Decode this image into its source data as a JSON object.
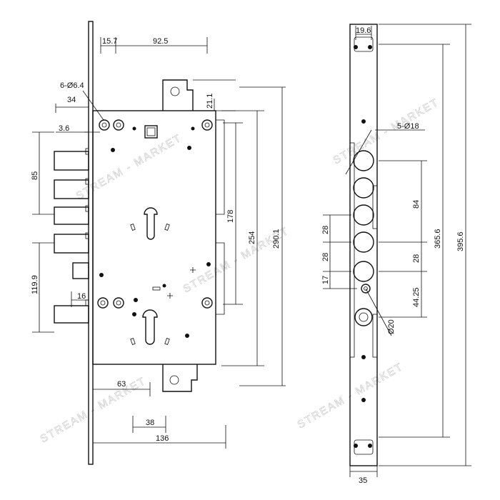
{
  "watermark": "STREAM - MARKET",
  "left_view": {
    "dims": {
      "d15_7": "15.7",
      "d92_5": "92.5",
      "holes_6": "6-Ø6.4",
      "d34": "34",
      "d3_6": "3.6",
      "d21_1": "21.1",
      "d85": "85",
      "d178": "178",
      "d254": "254",
      "d290_1": "290.1",
      "d119_9": "119.9",
      "d16": "16",
      "d63": "63",
      "d38": "38",
      "d136": "136"
    }
  },
  "right_view": {
    "dims": {
      "d19_6": "19.6",
      "holes_5": "5-Ø18",
      "d84": "84",
      "d28a": "28",
      "d28b": "28",
      "d28c": "28",
      "d17": "17",
      "d44_25": "44.25",
      "d20": "Ø20",
      "d365_6": "365.6",
      "d395_6": "395.6",
      "d35": "35"
    }
  }
}
